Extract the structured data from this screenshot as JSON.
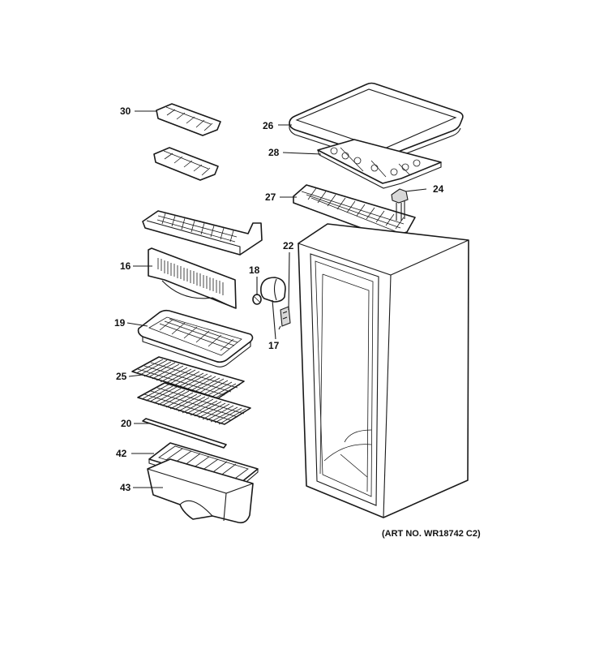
{
  "callouts": {
    "c30": "30",
    "c26": "26",
    "c28": "28",
    "c27": "27",
    "c24": "24",
    "c22": "22",
    "c16": "16",
    "c18": "18",
    "c17": "17",
    "c19": "19",
    "c25": "25",
    "c20": "20",
    "c42": "42",
    "c43": "43"
  },
  "art_number": "(ART NO. WR18742 C2)"
}
